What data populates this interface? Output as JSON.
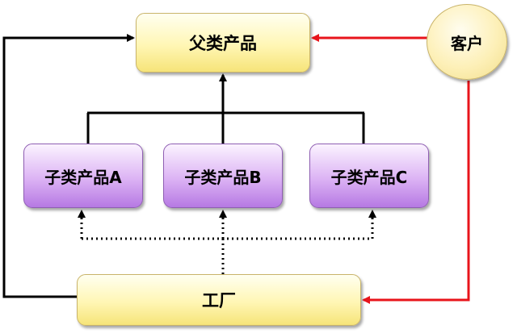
{
  "diagram": {
    "parent": {
      "label": "父类产品"
    },
    "children": [
      {
        "label": "子类产品A"
      },
      {
        "label": "子类产品B"
      },
      {
        "label": "子类产品C"
      }
    ],
    "factory": {
      "label": "工厂"
    },
    "customer": {
      "label": "客户"
    }
  },
  "colors": {
    "customer_link": "#e8141b",
    "solid_link": "#000000",
    "dotted_link": "#000000"
  }
}
